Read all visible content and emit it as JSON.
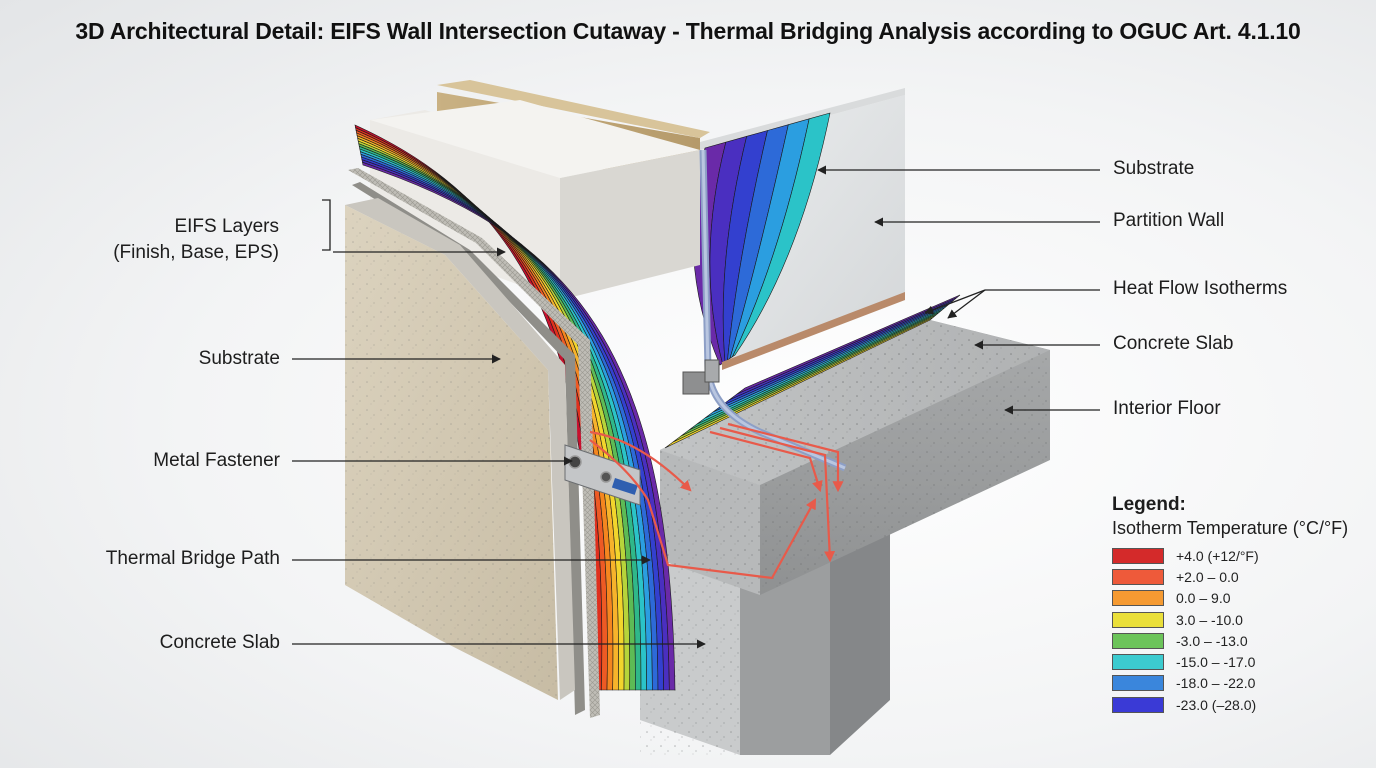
{
  "title": "3D Architectural Detail: EIFS Wall Intersection Cutaway - Thermal Bridging Analysis according to OGUC Art. 4.1.10",
  "labels_left": {
    "eifs_line1": "EIFS Layers",
    "eifs_line2": "(Finish, Base, EPS)",
    "substrate": "Substrate",
    "metal_fastener": "Metal Fastener",
    "thermal_bridge": "Thermal Bridge Path",
    "concrete_slab": "Concrete Slab"
  },
  "labels_right": {
    "substrate": "Substrate",
    "partition_wall": "Partition Wall",
    "heat_flow": "Heat Flow Isotherms",
    "concrete_slab": "Concrete Slab",
    "interior_floor": "Interior Floor"
  },
  "legend": {
    "title": "Legend:",
    "subtitle": "Isotherm Temperature (°C/°F)",
    "items": [
      {
        "label": "+4.0 (+12/°F)",
        "color": "#d42a2a"
      },
      {
        "label": "+2.0 – 0.0",
        "color": "#ee5a3a"
      },
      {
        "label": "0.0 – 9.0",
        "color": "#f59a32"
      },
      {
        "label": "3.0 – -10.0",
        "color": "#eadf3a"
      },
      {
        "label": "-3.0 – -13.0",
        "color": "#6cc45a"
      },
      {
        "label": "-15.0 – -17.0",
        "color": "#3ccbcf"
      },
      {
        "label": "-18.0 – -22.0",
        "color": "#3a86dc"
      },
      {
        "label": "-23.0 (–28.0)",
        "color": "#3a3ad6"
      }
    ]
  },
  "isotherm_colors": [
    "#c8102e",
    "#e0301e",
    "#ee5a24",
    "#f5861f",
    "#f7b32b",
    "#f2d52c",
    "#b7d43a",
    "#5dbb55",
    "#2fb88a",
    "#2bc3c8",
    "#2b9ee0",
    "#2d6ad8",
    "#3340cf",
    "#4a2fc0",
    "#6a2aa8"
  ]
}
